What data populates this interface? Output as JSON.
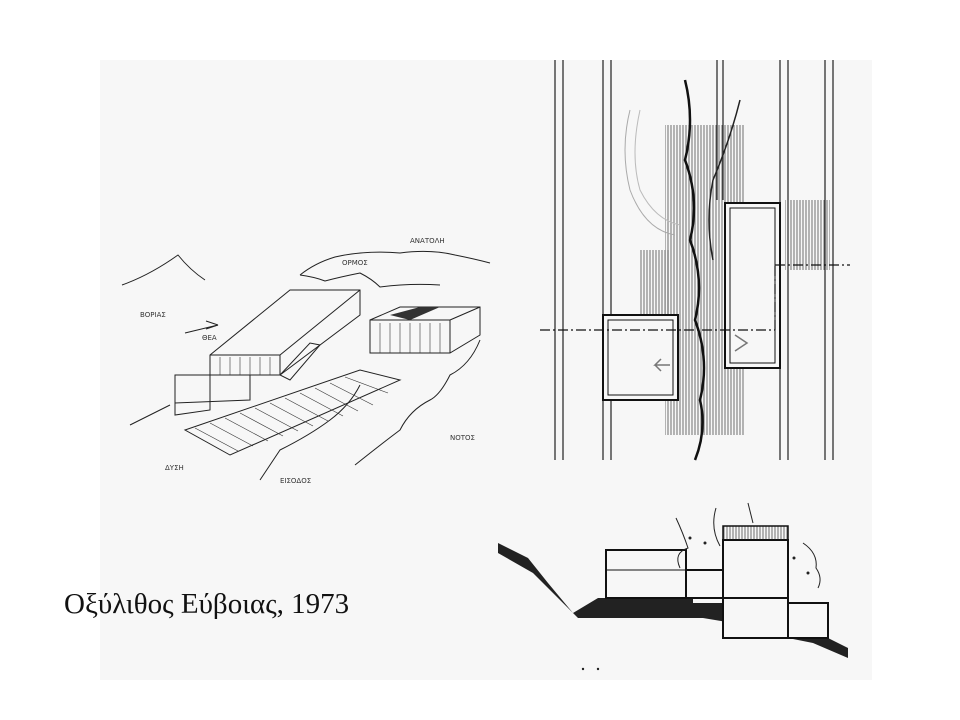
{
  "slide": {
    "caption": "Οξύλιθος Εύβοιας, 1973"
  },
  "axonometric": {
    "labels": {
      "east": "ΑΝΑΤΟΛΗ",
      "bay": "ΟΡΜΟΣ",
      "north": "ΒΟΡΙΑΣ",
      "view": "ΘΕΑ",
      "south": "ΝΟΤΟΣ",
      "west": "ΔΥΣΗ",
      "access": "ΕΙΣΟΔΟΣ"
    }
  }
}
